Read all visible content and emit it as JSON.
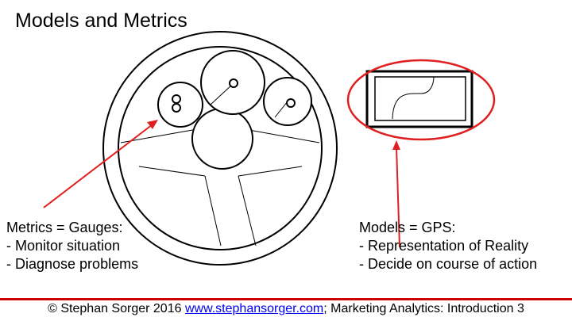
{
  "slide": {
    "title": "Models and Metrics"
  },
  "metrics_caption": {
    "heading": "Metrics = Gauges:",
    "line1": "- Monitor situation",
    "line2": "- Diagnose problems"
  },
  "models_caption": {
    "heading": "Models = GPS:",
    "line1": "- Representation of Reality",
    "line2": "- Decide on course of action"
  },
  "footer": {
    "copyright": "© Stephan Sorger 2016",
    "link": "www.stephansorger.com",
    "rest": "; Marketing Analytics: Introduction 3"
  },
  "colors": {
    "accent_red": "#e02020",
    "footer_rule": "#cc0000",
    "link": "#0000ee"
  }
}
